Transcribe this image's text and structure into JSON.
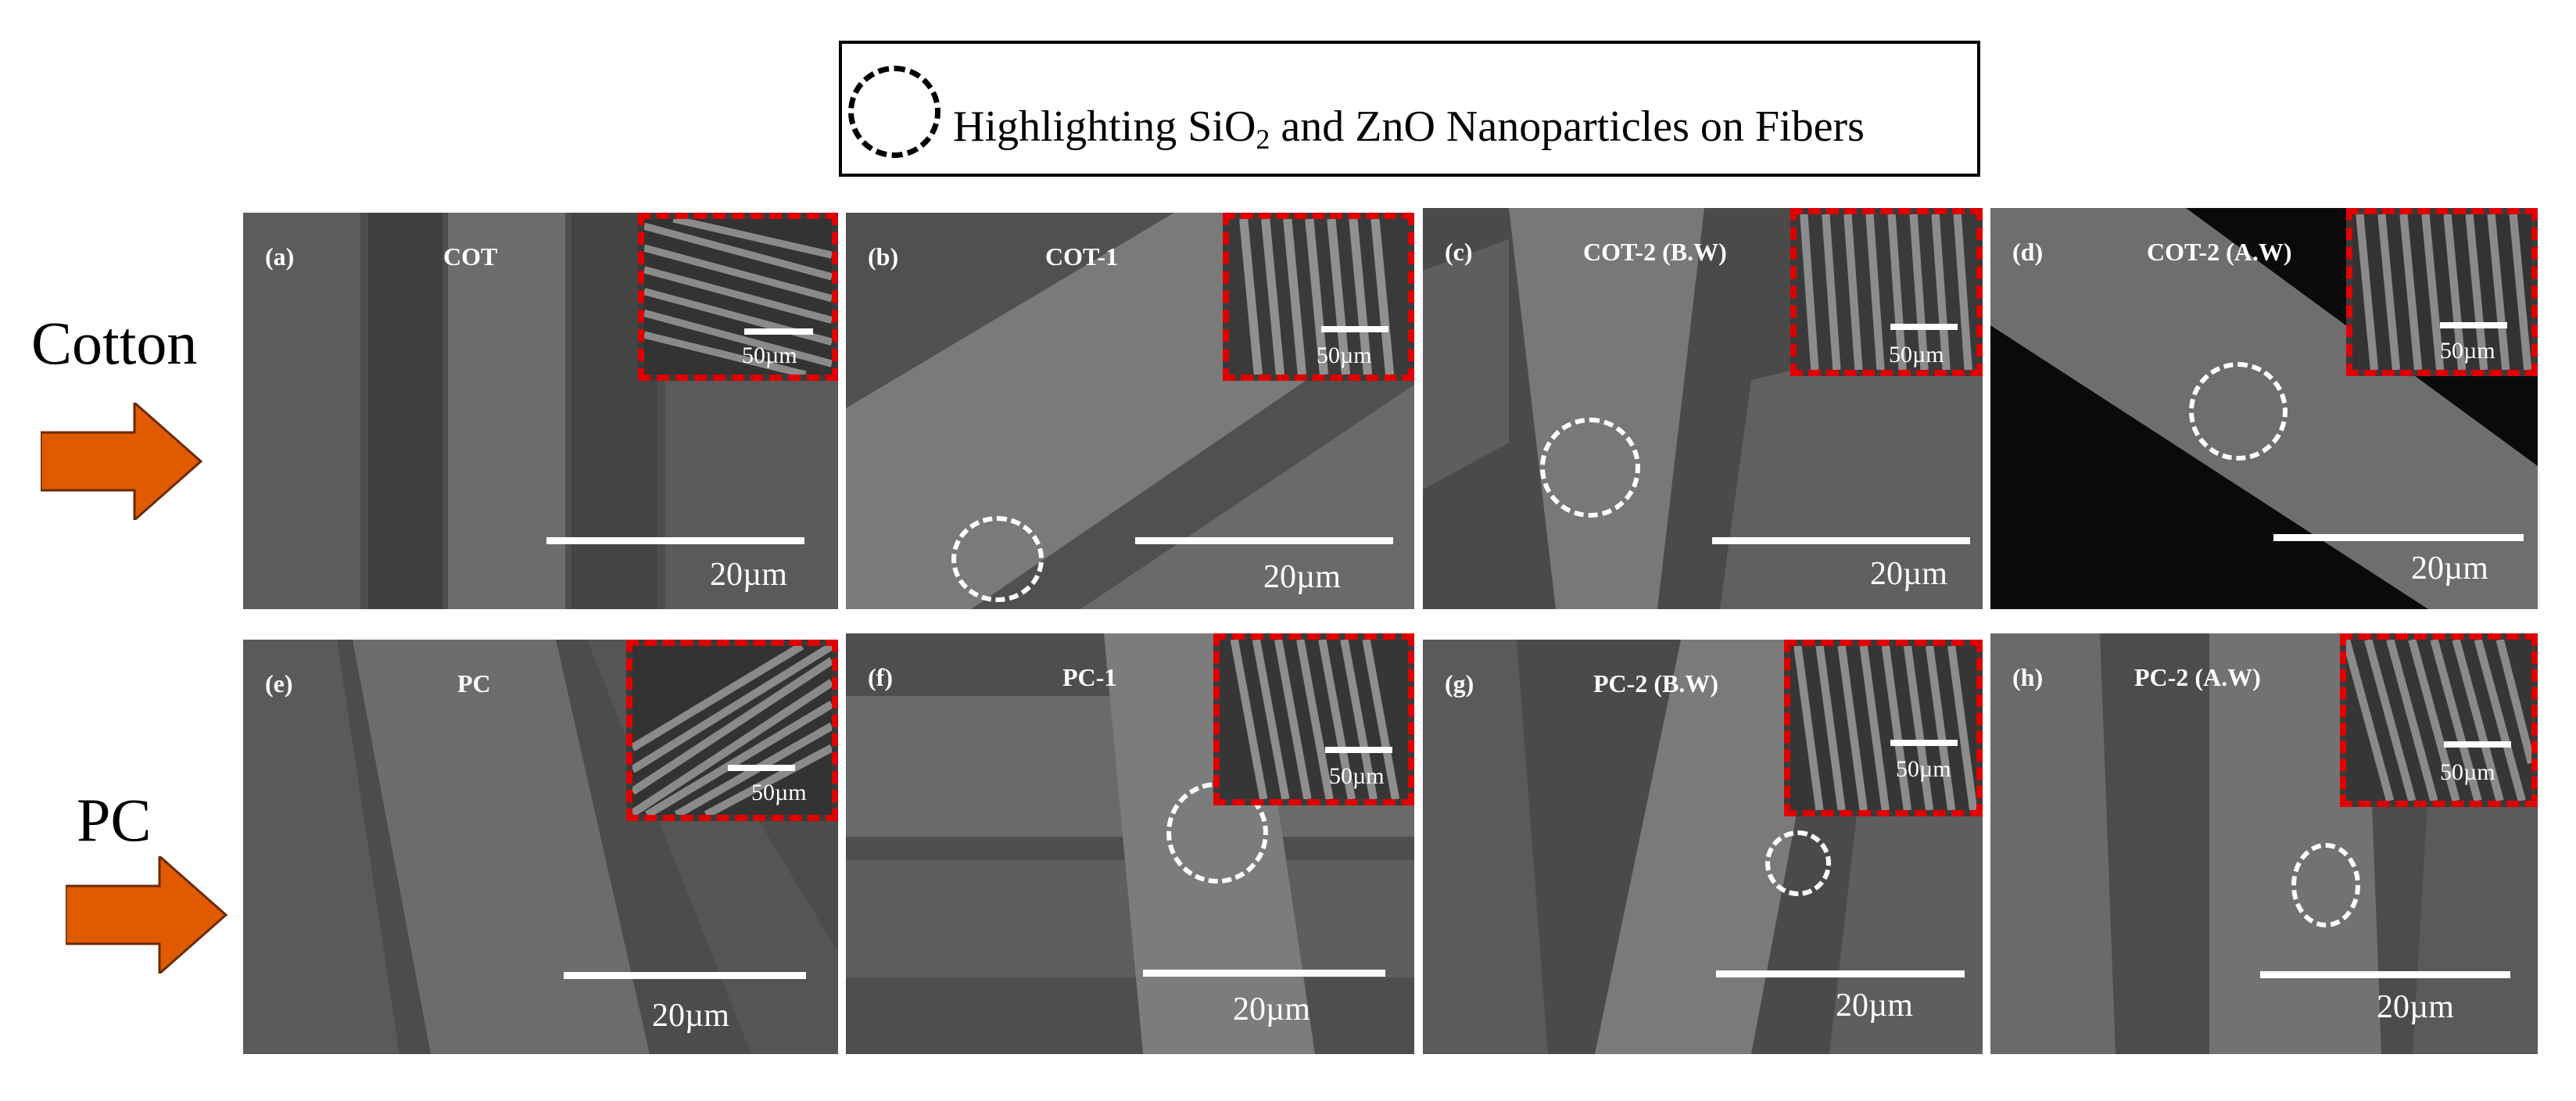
{
  "legend": {
    "text_pre": "Highlighting  SiO",
    "text_sub": "2",
    "text_post": " and ZnO Nanoparticles on Fibers"
  },
  "rows": {
    "cotton": "Cotton",
    "pc": "PC"
  },
  "arrow_color": "#e05a00",
  "inset_border_color": "#e00000",
  "panels": {
    "a": {
      "letter": "(a)",
      "name": "COT",
      "scale": "20µm",
      "inset_scale": "50µm"
    },
    "b": {
      "letter": "(b)",
      "name": "COT-1",
      "scale": "20µm",
      "inset_scale": "50µm"
    },
    "c": {
      "letter": "(c)",
      "name": "COT-2  (B.W)",
      "scale": "20µm",
      "inset_scale": "50µm"
    },
    "d": {
      "letter": "(d)",
      "name": "COT-2  (A.W)",
      "scale": "20µm",
      "inset_scale": "50µm"
    },
    "e": {
      "letter": "(e)",
      "name": "PC",
      "scale": "20µm",
      "inset_scale": "50µm"
    },
    "f": {
      "letter": "(f)",
      "name": "PC-1",
      "scale": "20µm",
      "inset_scale": "50µm"
    },
    "g": {
      "letter": "(g)",
      "name": "PC-2  (B.W)",
      "scale": "20µm",
      "inset_scale": "50µm"
    },
    "h": {
      "letter": "(h)",
      "name": "PC-2  (A.W)",
      "scale": "20µm",
      "inset_scale": "50µm"
    }
  }
}
